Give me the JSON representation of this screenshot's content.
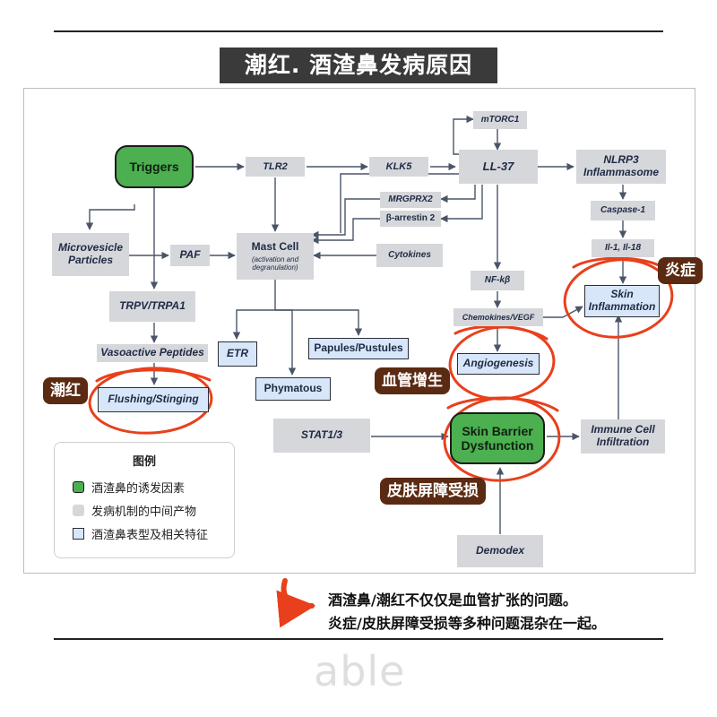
{
  "title": "潮红. 酒渣鼻发病原因",
  "nodes": {
    "triggers": "Triggers",
    "tlr2": "TLR2",
    "klk5": "KLK5",
    "ll37": "LL-37",
    "mtorc1": "mTORC1",
    "nlrp3": "NLRP3 Inflammasome",
    "caspase1": "Caspase-1",
    "il": "Il-1, Il-18",
    "mrgprx2": "MRGPRX2",
    "barrestin": "β-arrestin 2",
    "microvesicle": "Microvesicle Particles",
    "paf": "PAF",
    "mastcell": "Mast Cell",
    "mastcell_sub": "(activation and degranulation)",
    "cytokines": "Cytokines",
    "nfkb": "NF-kβ",
    "skin_inflammation": "Skin Inflammation",
    "trpv": "TRPV/TRPA1",
    "chemokines": "Chemokines/VEGF",
    "vasoactive": "Vasoactive Peptides",
    "etr": "ETR",
    "papules": "Papules/Pustules",
    "angiogenesis": "Angiogenesis",
    "flushing": "Flushing/Stinging",
    "phymatous": "Phymatous",
    "stat": "STAT1/3",
    "skin_barrier": "Skin Barrier Dysfunction",
    "immune": "Immune Cell Infiltration",
    "demodex": "Demodex"
  },
  "tags": {
    "inflammation": "炎症",
    "angiogenesis": "血管增生",
    "flushing": "潮红",
    "barrier": "皮肤屏障受损"
  },
  "legend": {
    "title": "图例",
    "items": [
      {
        "label": "酒渣鼻的诱发因素",
        "color": "#4caf50"
      },
      {
        "label": "发病机制的中间产物",
        "color": "#d5d7db"
      },
      {
        "label": "酒渣鼻表型及相关特征",
        "color": "#d7e6f8"
      }
    ]
  },
  "note": {
    "line1": "酒渣鼻/潮红不仅仅是血管扩张的问题。",
    "line2": "炎症/皮肤屏障受损等多种问题混杂在一起。"
  },
  "brand": "able",
  "colors": {
    "highlight_circle": "#e8401c",
    "arrow": "#4a5568",
    "tag_bg": "#5a2a12"
  }
}
